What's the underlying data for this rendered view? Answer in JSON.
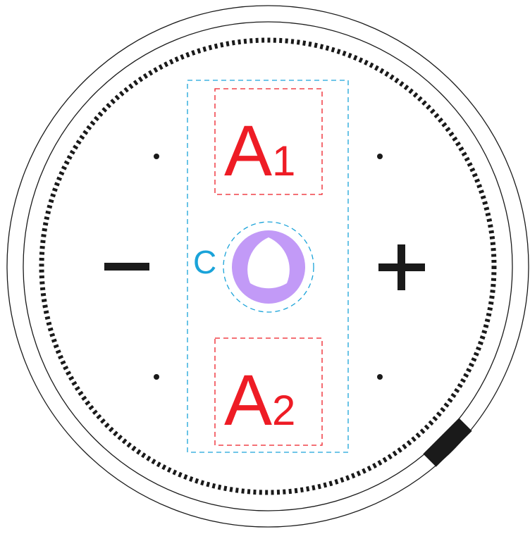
{
  "labels": {
    "a1_letter": "A",
    "a1_index": "1",
    "a2_letter": "A",
    "a2_index": "2",
    "center": "C",
    "minus": "−",
    "plus": "+"
  },
  "colors": {
    "outline": "#1a1a1a",
    "red": "#ee1c25",
    "cyan": "#1aa3d9",
    "purple": "#c29af7",
    "knob_center": "#ffffff"
  },
  "icons": {
    "center": "reuleaux-triangle-icon",
    "handle": "rectangle-marker-icon"
  }
}
